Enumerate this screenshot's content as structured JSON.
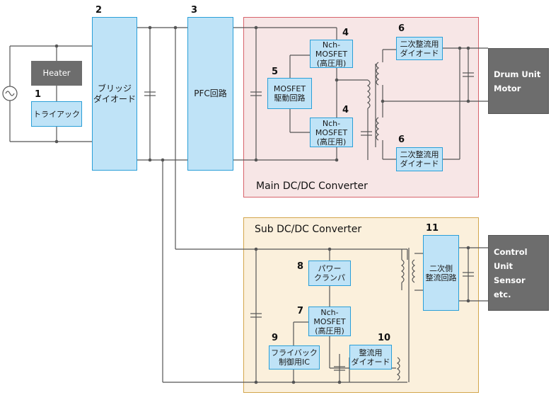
{
  "blocks": {
    "heater": "Heater",
    "triac": "トライアック",
    "bridge": "ブリッジ\nダイオード",
    "pfc": "PFC回路",
    "mosfet_hv_top": "Nch-\nMOSFET\n(高圧用)",
    "mosfet_driver": "MOSFET\n駆動回路",
    "mosfet_hv_bottom": "Nch-\nMOSFET\n(高圧用)",
    "rect_top": "二次整流用\nダイオード",
    "rect_bottom": "二次整流用\nダイオード",
    "power_clamper": "パワー\nクランパ",
    "mosfet_sub": "Nch-\nMOSFET\n(高圧用)",
    "flyback_ic": "フライバック\n制御用IC",
    "rect_diode": "整流用\nダイオード",
    "secondary_rect": "二次側\n整流回路",
    "drum_motor": "Drum Unit\nMotor",
    "control_unit": "Control Unit\nSensor\netc."
  },
  "numbers": {
    "n1": "1",
    "n2": "2",
    "n3": "3",
    "n4a": "4",
    "n4b": "4",
    "n5": "5",
    "n6a": "6",
    "n6b": "6",
    "n7": "7",
    "n8": "8",
    "n9": "9",
    "n10": "10",
    "n11": "11"
  },
  "regions": {
    "main": "Main DC/DC Converter",
    "sub": "Sub DC/DC Converter"
  },
  "colors": {
    "block_fill": "#bfe3f7",
    "block_border": "#2a9fd8",
    "main_fill": "#f7e6e6",
    "main_border": "#d7636b",
    "sub_fill": "#fbf0dc",
    "sub_border": "#d3a64d",
    "load_fill": "#6d6d6d",
    "wire": "#555555"
  }
}
